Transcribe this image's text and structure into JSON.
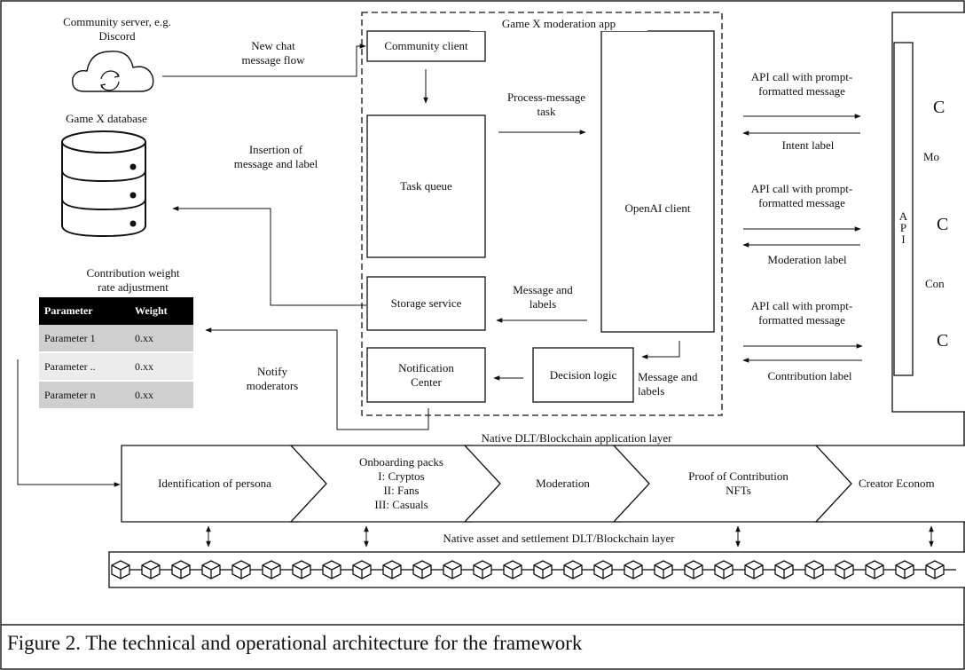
{
  "caption": "Figure 2. The technical and operational architecture for the framework",
  "community_server": "Community server, e.g.\nDiscord",
  "game_db": "Game X database",
  "moderation_app": {
    "title": "Game X moderation app",
    "community_client": "Community client",
    "task_queue": "Task queue",
    "openai_client": "OpenAI client",
    "storage_service": "Storage service",
    "notification_center": "Notification\nCenter",
    "decision_logic": "Decision logic"
  },
  "flows": {
    "new_chat": "New chat\nmessage flow",
    "process_task": "Process-message\ntask",
    "insertion": "Insertion of\nmessage and label",
    "message_labels_1": "Message and\nlabels",
    "message_labels_2": "Message and\nlabels",
    "notify": "Notify\nmoderators"
  },
  "api_calls": [
    {
      "call": "API call with prompt-\nformatted message",
      "label": "Intent label"
    },
    {
      "call": "API call with prompt-\nformatted message",
      "label": "Moderation label"
    },
    {
      "call": "API call with prompt-\nformatted message",
      "label": "Contribution label"
    }
  ],
  "openai_panel": {
    "api": "A\nP\nI",
    "letters": [
      "C",
      "C",
      "C"
    ],
    "partial_labels": [
      "Mo",
      "Con"
    ]
  },
  "contribution_table": {
    "title": "Contribution weight\nrate adjustment",
    "headers": [
      "Parameter",
      "Weight"
    ],
    "rows": [
      [
        "Parameter 1",
        "0.xx"
      ],
      [
        "Parameter ..",
        "0.xx"
      ],
      [
        "Parameter n",
        "0.xx"
      ]
    ]
  },
  "app_layer": {
    "title": "Native DLT/Blockchain application layer",
    "stages": [
      "Identification of persona",
      "Onboarding packs\nI: Cryptos\nII: Fans\nIII: Casuals",
      "Moderation",
      "Proof of Contribution\nNFTs",
      "Creator Econom"
    ]
  },
  "settlement_layer": "Native asset and settlement DLT/Blockchain layer"
}
